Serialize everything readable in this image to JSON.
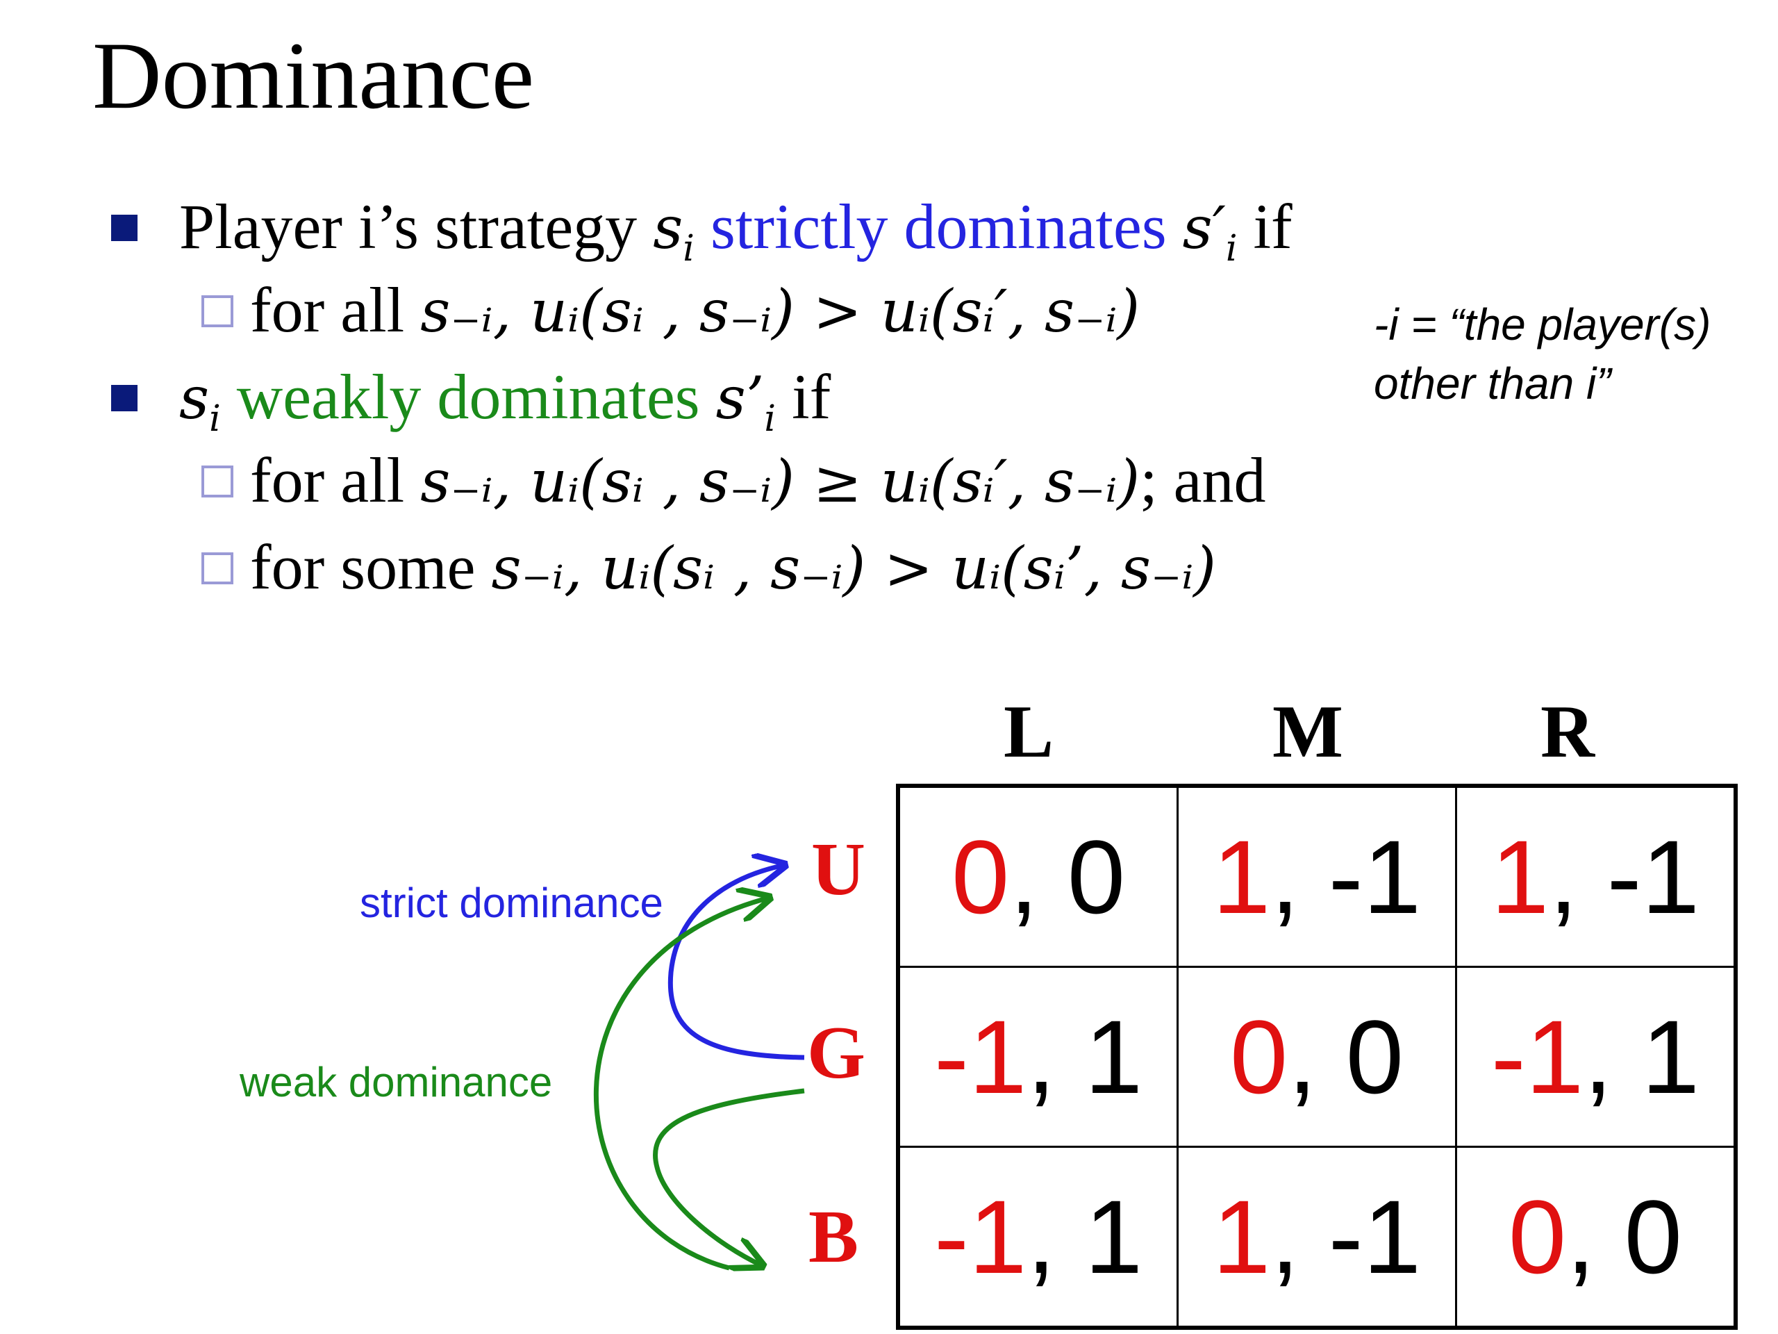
{
  "title": "Dominance",
  "bullets": {
    "b1": {
      "pre": "Player i’s strategy",
      "var": "s",
      "sub": "i",
      "highlight": "strictly dominates",
      "var2": "s′",
      "sub2": "i",
      "post": "if"
    },
    "b1a": {
      "pre": "for all",
      "formula": "s₋ᵢ,  uᵢ(sᵢ , s₋ᵢ)  >  uᵢ(sᵢ′, s₋ᵢ)"
    },
    "b2": {
      "var": "s",
      "sub": "i",
      "highlight": "weakly dominates",
      "var2": "s’",
      "sub2": "i",
      "post": "if"
    },
    "b2a": {
      "pre": "for all",
      "formula": "s₋ᵢ,  uᵢ(sᵢ , s₋ᵢ)  ≥  uᵢ(sᵢ′, s₋ᵢ)",
      "post": "; and"
    },
    "b2b": {
      "pre": "for some",
      "formula": "s₋ᵢ,  uᵢ(sᵢ , s₋ᵢ)  >  uᵢ(sᵢ’, s₋ᵢ)"
    }
  },
  "note": {
    "line1": "-i = “the player(s)",
    "line2": "other than i”"
  },
  "game": {
    "columns": [
      "L",
      "M",
      "R"
    ],
    "rows": [
      "U",
      "G",
      "B"
    ],
    "cells": [
      [
        {
          "p1": "0",
          "p2": ", 0"
        },
        {
          "p1": "1",
          "p2": ", -1"
        },
        {
          "p1": "1",
          "p2": ", -1"
        }
      ],
      [
        {
          "p1": "-1",
          "p2": ", 1"
        },
        {
          "p1": "0",
          "p2": ", 0"
        },
        {
          "p1": "-1",
          "p2": ", 1"
        }
      ],
      [
        {
          "p1": "-1",
          "p2": ", 1"
        },
        {
          "p1": "1",
          "p2": ", -1"
        },
        {
          "p1": "0",
          "p2": ", 0"
        }
      ]
    ]
  },
  "arrows": {
    "strict_label": "strict dominance",
    "weak_label": "weak dominance",
    "strict_color": "#2424e0",
    "weak_color": "#1a8a1a"
  },
  "colors": {
    "player1_payoff": "#e01010",
    "bullet": "#0a1a7a",
    "strict": "#2424e0",
    "weak": "#1a8a1a"
  }
}
